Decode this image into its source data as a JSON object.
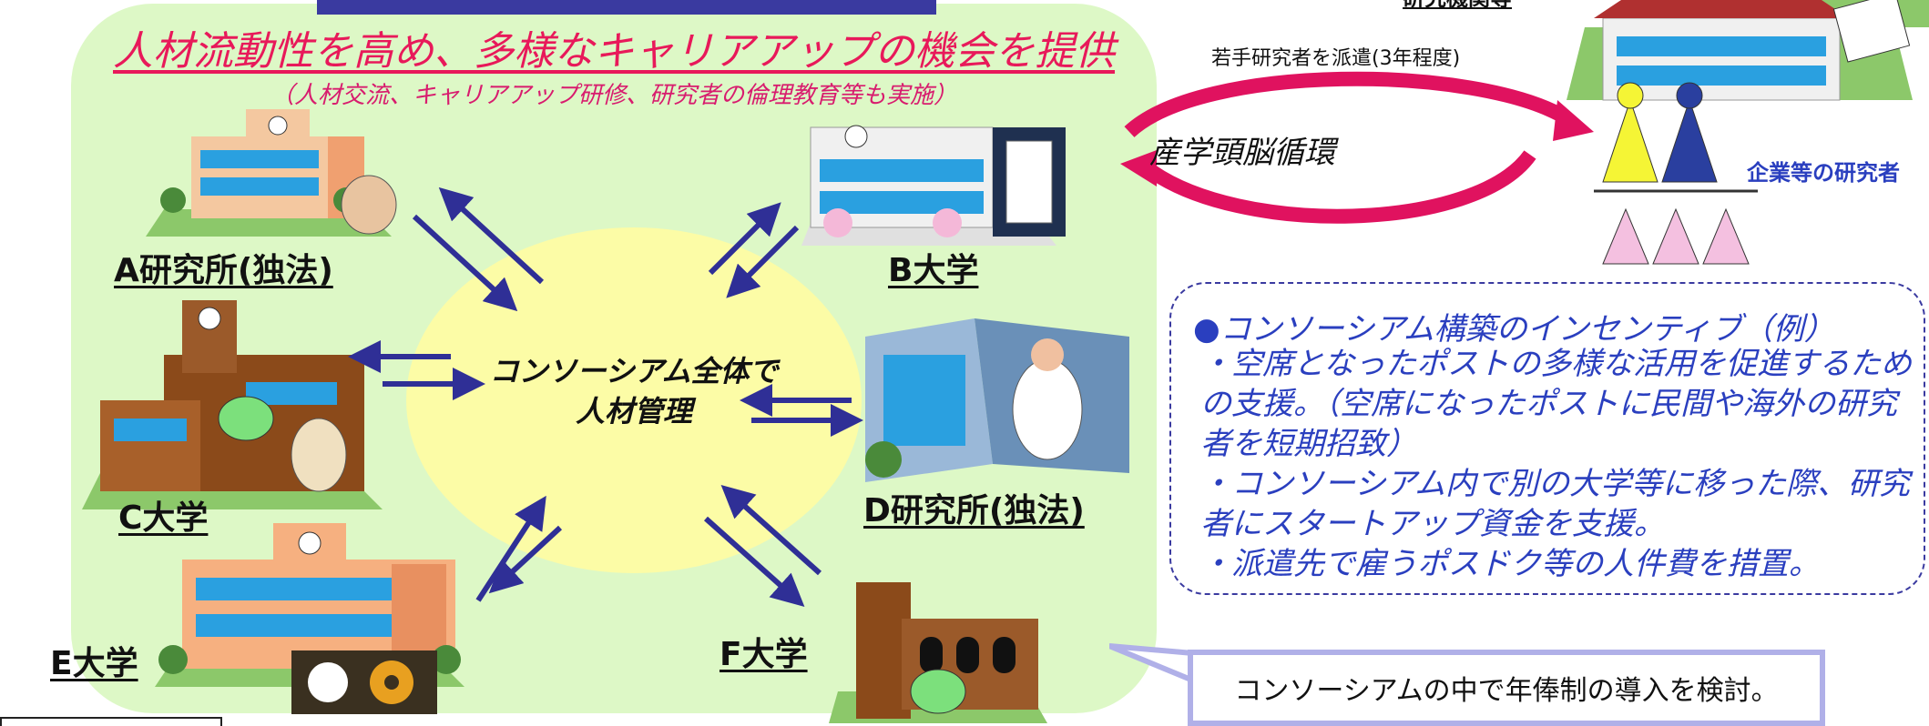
{
  "main_title": "人材流動性を高め、多様なキャリアアップの機会を提供",
  "sub_title": "（人材交流、キャリアアップ研修、研究者の倫理教育等も実施）",
  "center": {
    "line1": "コンソーシアム全体で",
    "line2": "人材管理"
  },
  "nodes": {
    "a": "A研究所(独法)",
    "b": "B大学",
    "c": "C大学",
    "d": "D研究所(独法)",
    "e": "E大学",
    "f": "F大学"
  },
  "industry": {
    "top_label": "研究機関等",
    "dispatch_note": "若手研究者を派遣(3年程度)",
    "cycle_label": "産学頭脳循環",
    "researcher_label": "企業等の研究者"
  },
  "incentive": {
    "title": "●コンソーシアム構築のインセンティブ（例）",
    "items": [
      "・空席となったポストの多様な活用を促進するための支援。（空席になったポストに民間や海外の研究者を短期招致）",
      "・コンソーシアム内で別の大学等に移った際、研究者にスタートアップ資金を支援。",
      "・派遣先で雇うポスドク等の人件費を措置。"
    ]
  },
  "callout": "コンソーシアムの中で年俸制の導入を検討。",
  "colors": {
    "panel_bg": "#ddf8c6",
    "center_bg": "#fcfca6",
    "arrow": "#2f2f96",
    "title": "#e8195a",
    "incentive_text": "#2a3fbf",
    "cycle_arrow": "#e0125f"
  }
}
